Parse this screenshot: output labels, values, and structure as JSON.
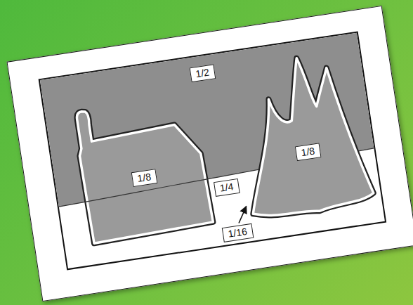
{
  "diagram": {
    "nodes": [
      {
        "text": [
          "1/2"
        ]
      },
      {
        "text": [
          "1/8"
        ]
      },
      {
        "text": [
          "1/4"
        ]
      },
      {
        "text": [
          "1/8"
        ]
      }
    ],
    "labels": [
      "1/16"
    ]
  }
}
